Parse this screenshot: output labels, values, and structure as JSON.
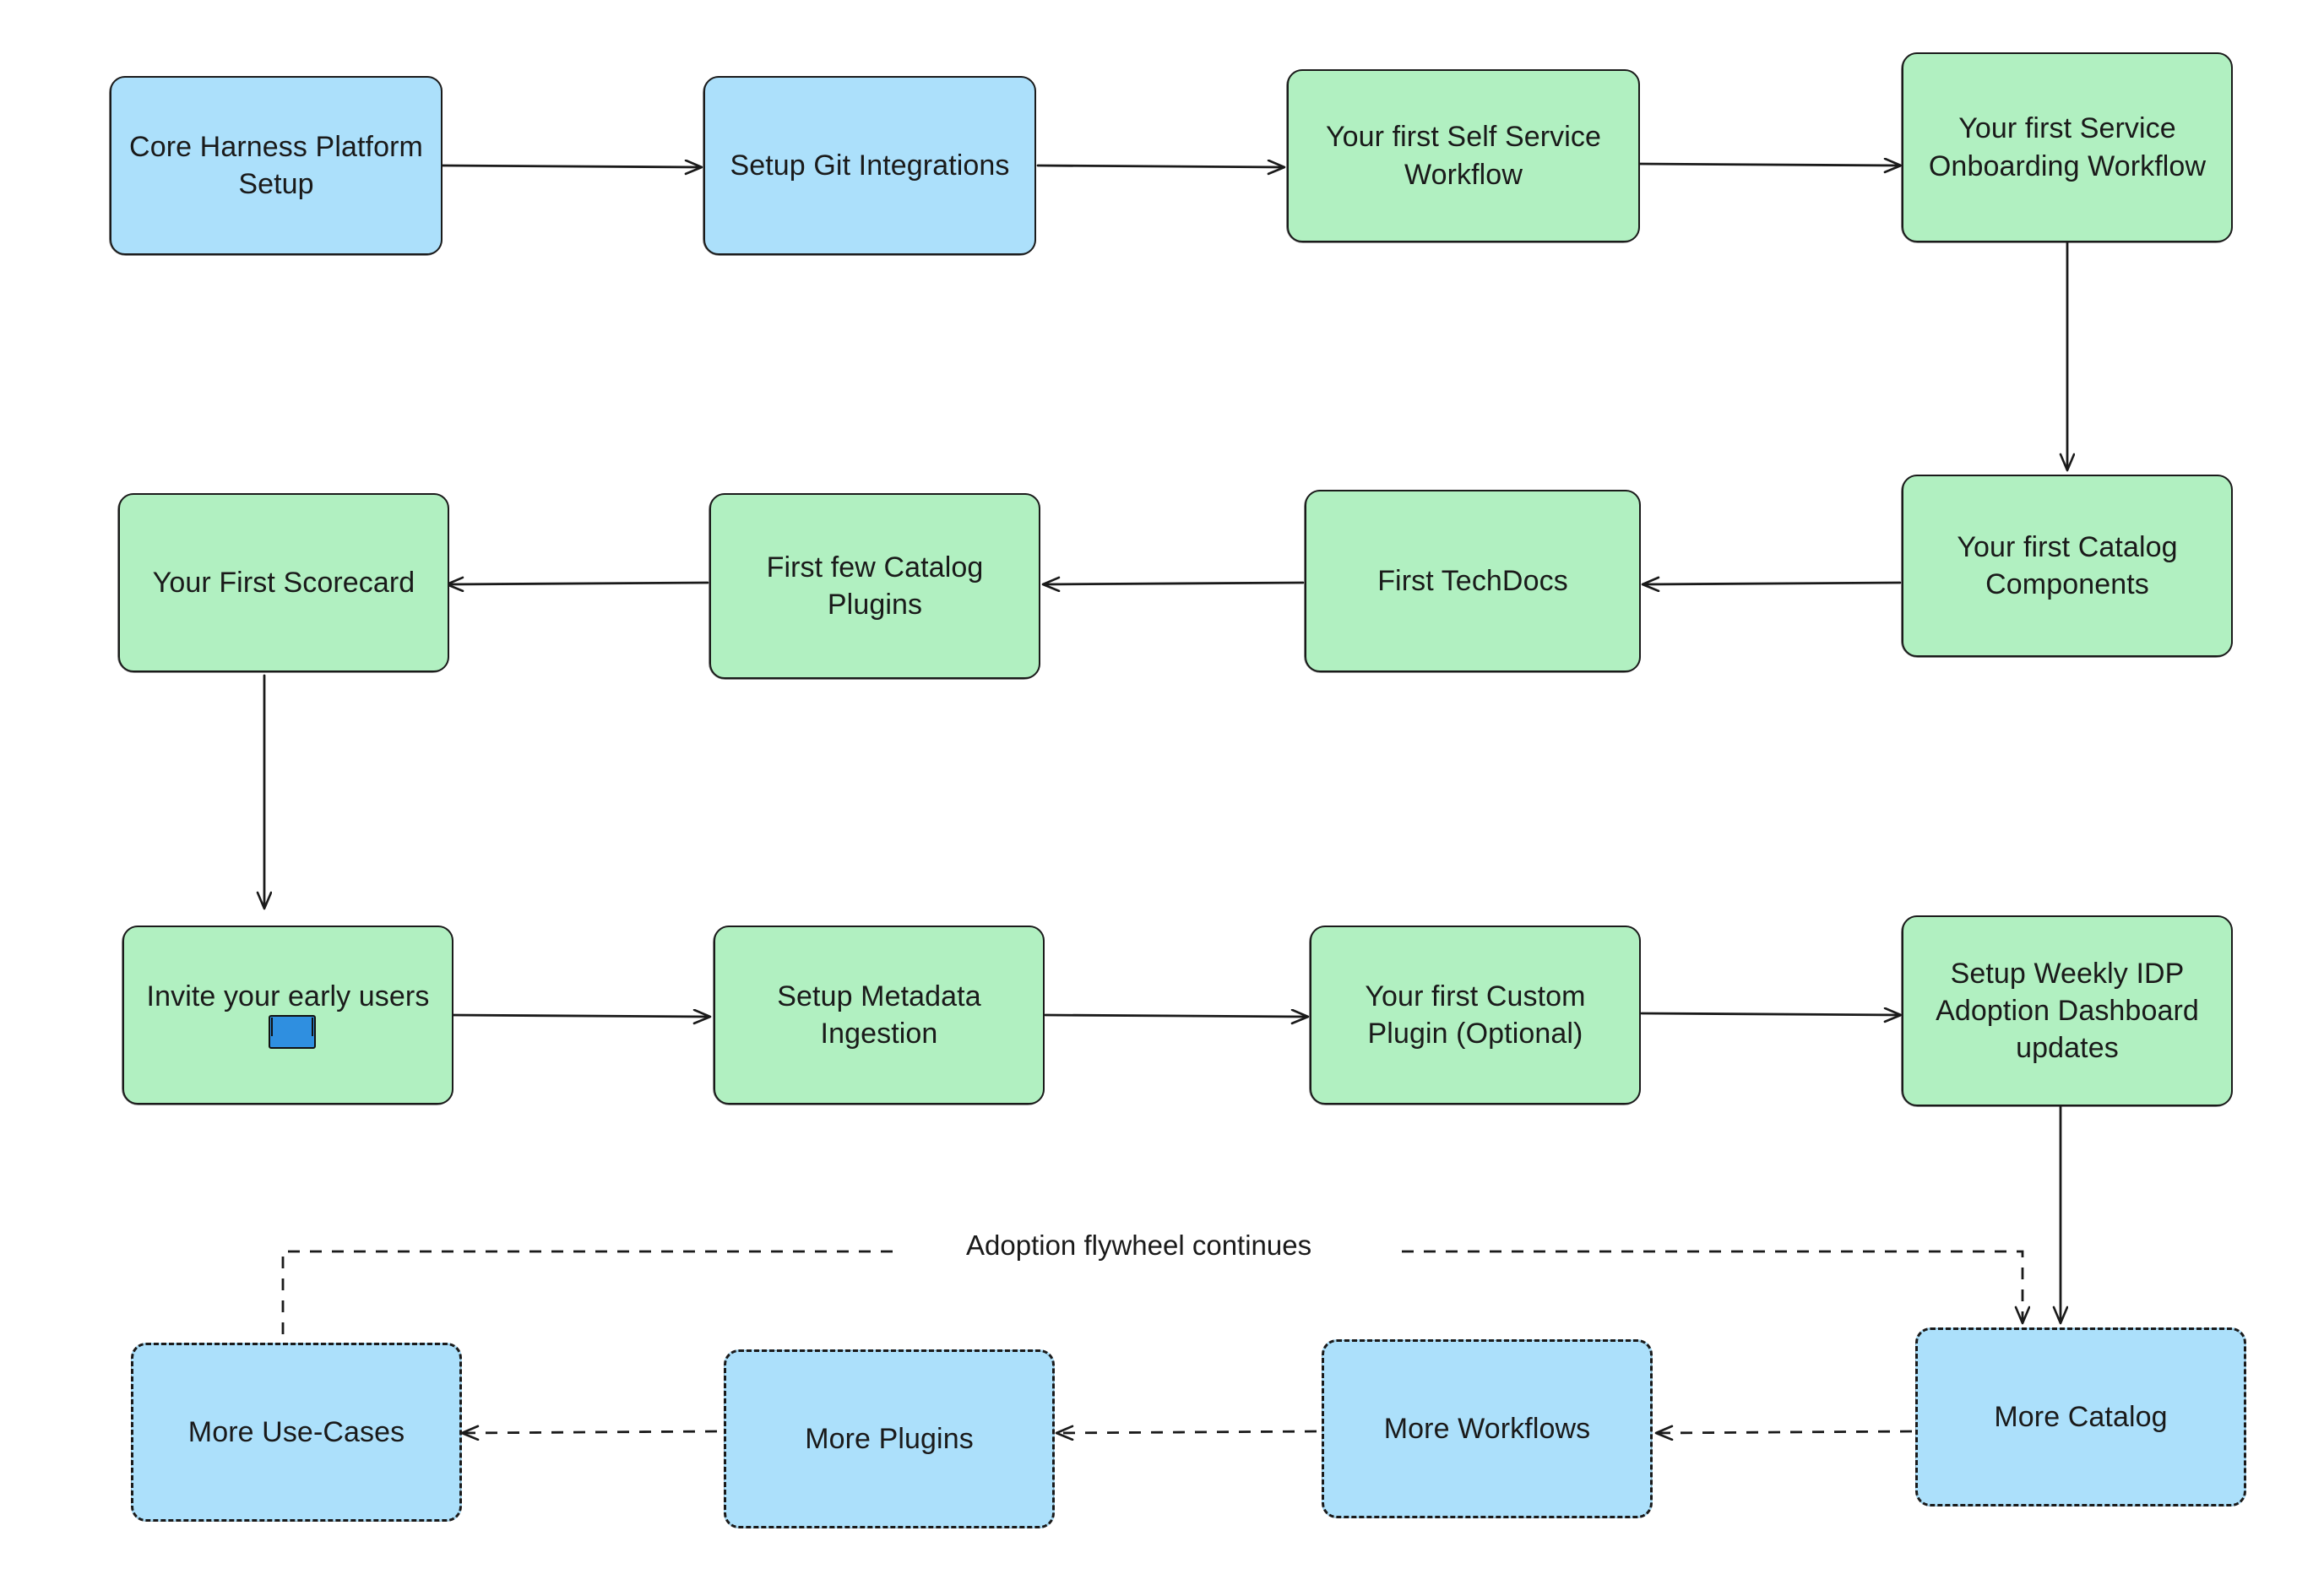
{
  "diagram": {
    "type": "flowchart",
    "title": "",
    "colors": {
      "blue_fill": "#ace0fb",
      "green_fill": "#b1f0c1",
      "stroke": "#1a1a1a",
      "background": "#ffffff",
      "mail_icon": "#2f8fe0"
    },
    "nodes": [
      {
        "id": "core-harness-platform-setup",
        "label": "Core Harness Platform Setup",
        "fill": "blue",
        "border": "solid",
        "row": 1,
        "col": 1
      },
      {
        "id": "setup-git-integrations",
        "label": "Setup Git Integrations",
        "fill": "blue",
        "border": "solid",
        "row": 1,
        "col": 2
      },
      {
        "id": "your-first-self-service-workflow",
        "label": "Your first Self Service Workflow",
        "fill": "green",
        "border": "solid",
        "row": 1,
        "col": 3
      },
      {
        "id": "your-first-service-onboarding-workflow",
        "label": "Your first Service Onboarding Workflow",
        "fill": "green",
        "border": "solid",
        "row": 1,
        "col": 4
      },
      {
        "id": "your-first-scorecard",
        "label": "Your First Scorecard",
        "fill": "green",
        "border": "solid",
        "row": 2,
        "col": 1
      },
      {
        "id": "first-few-catalog-plugins",
        "label": "First few Catalog Plugins",
        "fill": "green",
        "border": "solid",
        "row": 2,
        "col": 2
      },
      {
        "id": "first-techdocs",
        "label": "First TechDocs",
        "fill": "green",
        "border": "solid",
        "row": 2,
        "col": 3
      },
      {
        "id": "your-first-catalog-components",
        "label": "Your first Catalog Components",
        "fill": "green",
        "border": "solid",
        "row": 2,
        "col": 4
      },
      {
        "id": "invite-your-early-users",
        "label": "Invite your early users",
        "fill": "green",
        "border": "solid",
        "row": 3,
        "col": 1,
        "icon": "envelope-icon"
      },
      {
        "id": "setup-metadata-ingestion",
        "label": "Setup Metadata Ingestion",
        "fill": "green",
        "border": "solid",
        "row": 3,
        "col": 2
      },
      {
        "id": "your-first-custom-plugin",
        "label": "Your first Custom Plugin (Optional)",
        "fill": "green",
        "border": "solid",
        "row": 3,
        "col": 3
      },
      {
        "id": "setup-weekly-idp-adoption-dashboard-updates",
        "label": "Setup Weekly IDP Adoption Dashboard updates",
        "fill": "green",
        "border": "solid",
        "row": 3,
        "col": 4
      },
      {
        "id": "more-use-cases",
        "label": "More Use-Cases",
        "fill": "blue",
        "border": "dashed",
        "row": 4,
        "col": 1
      },
      {
        "id": "more-plugins",
        "label": "More Plugins",
        "fill": "blue",
        "border": "dashed",
        "row": 4,
        "col": 2
      },
      {
        "id": "more-workflows",
        "label": "More Workflows",
        "fill": "blue",
        "border": "dashed",
        "row": 4,
        "col": 3
      },
      {
        "id": "more-catalog",
        "label": "More Catalog",
        "fill": "blue",
        "border": "dashed",
        "row": 4,
        "col": 4
      }
    ],
    "edges": [
      {
        "from": "core-harness-platform-setup",
        "to": "setup-git-integrations",
        "style": "solid",
        "label": ""
      },
      {
        "from": "setup-git-integrations",
        "to": "your-first-self-service-workflow",
        "style": "solid",
        "label": ""
      },
      {
        "from": "your-first-self-service-workflow",
        "to": "your-first-service-onboarding-workflow",
        "style": "solid",
        "label": ""
      },
      {
        "from": "your-first-service-onboarding-workflow",
        "to": "your-first-catalog-components",
        "style": "solid",
        "label": ""
      },
      {
        "from": "your-first-catalog-components",
        "to": "first-techdocs",
        "style": "solid",
        "label": ""
      },
      {
        "from": "first-techdocs",
        "to": "first-few-catalog-plugins",
        "style": "solid",
        "label": ""
      },
      {
        "from": "first-few-catalog-plugins",
        "to": "your-first-scorecard",
        "style": "solid",
        "label": ""
      },
      {
        "from": "your-first-scorecard",
        "to": "invite-your-early-users",
        "style": "solid",
        "label": ""
      },
      {
        "from": "invite-your-early-users",
        "to": "setup-metadata-ingestion",
        "style": "solid",
        "label": ""
      },
      {
        "from": "setup-metadata-ingestion",
        "to": "your-first-custom-plugin",
        "style": "solid",
        "label": ""
      },
      {
        "from": "your-first-custom-plugin",
        "to": "setup-weekly-idp-adoption-dashboard-updates",
        "style": "solid",
        "label": ""
      },
      {
        "from": "setup-weekly-idp-adoption-dashboard-updates",
        "to": "more-catalog",
        "style": "solid",
        "label": ""
      },
      {
        "from": "more-catalog",
        "to": "more-workflows",
        "style": "dashed",
        "label": ""
      },
      {
        "from": "more-workflows",
        "to": "more-plugins",
        "style": "dashed",
        "label": ""
      },
      {
        "from": "more-plugins",
        "to": "more-use-cases",
        "style": "dashed",
        "label": ""
      },
      {
        "from": "more-use-cases",
        "to": "more-catalog",
        "style": "dashed",
        "label": "Adoption flywheel continues"
      }
    ],
    "edge_labels": [
      {
        "id": "adoption-flywheel-continues",
        "text": "Adoption flywheel continues"
      }
    ]
  }
}
